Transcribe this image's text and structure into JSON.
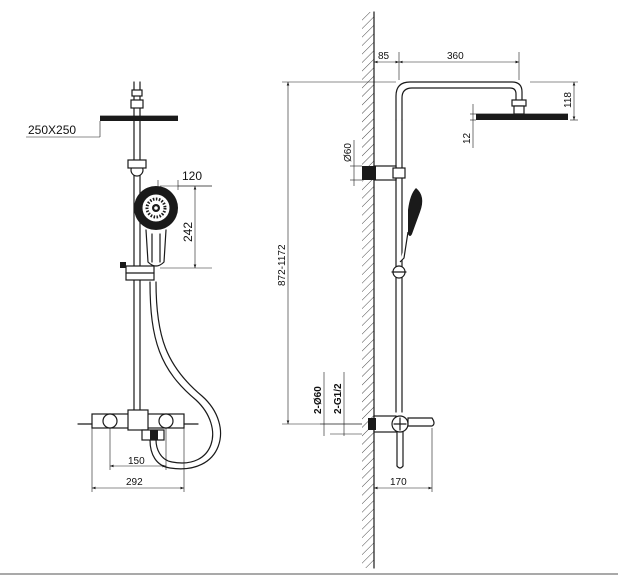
{
  "front_view": {
    "head_size": "250X250",
    "handshower_offset": "120",
    "handshower_length": "242",
    "inner_width": "150",
    "overall_width": "292"
  },
  "side_view": {
    "wall_offset": "85",
    "arm_length": "360",
    "head_drop": "118",
    "head_thickness": "12",
    "bracket_diameter": "Ø60",
    "height_range": "872-1172",
    "inlet_diameter": "2-Ø60",
    "inlet_thread": "2-G1/2",
    "spout_projection": "170"
  }
}
